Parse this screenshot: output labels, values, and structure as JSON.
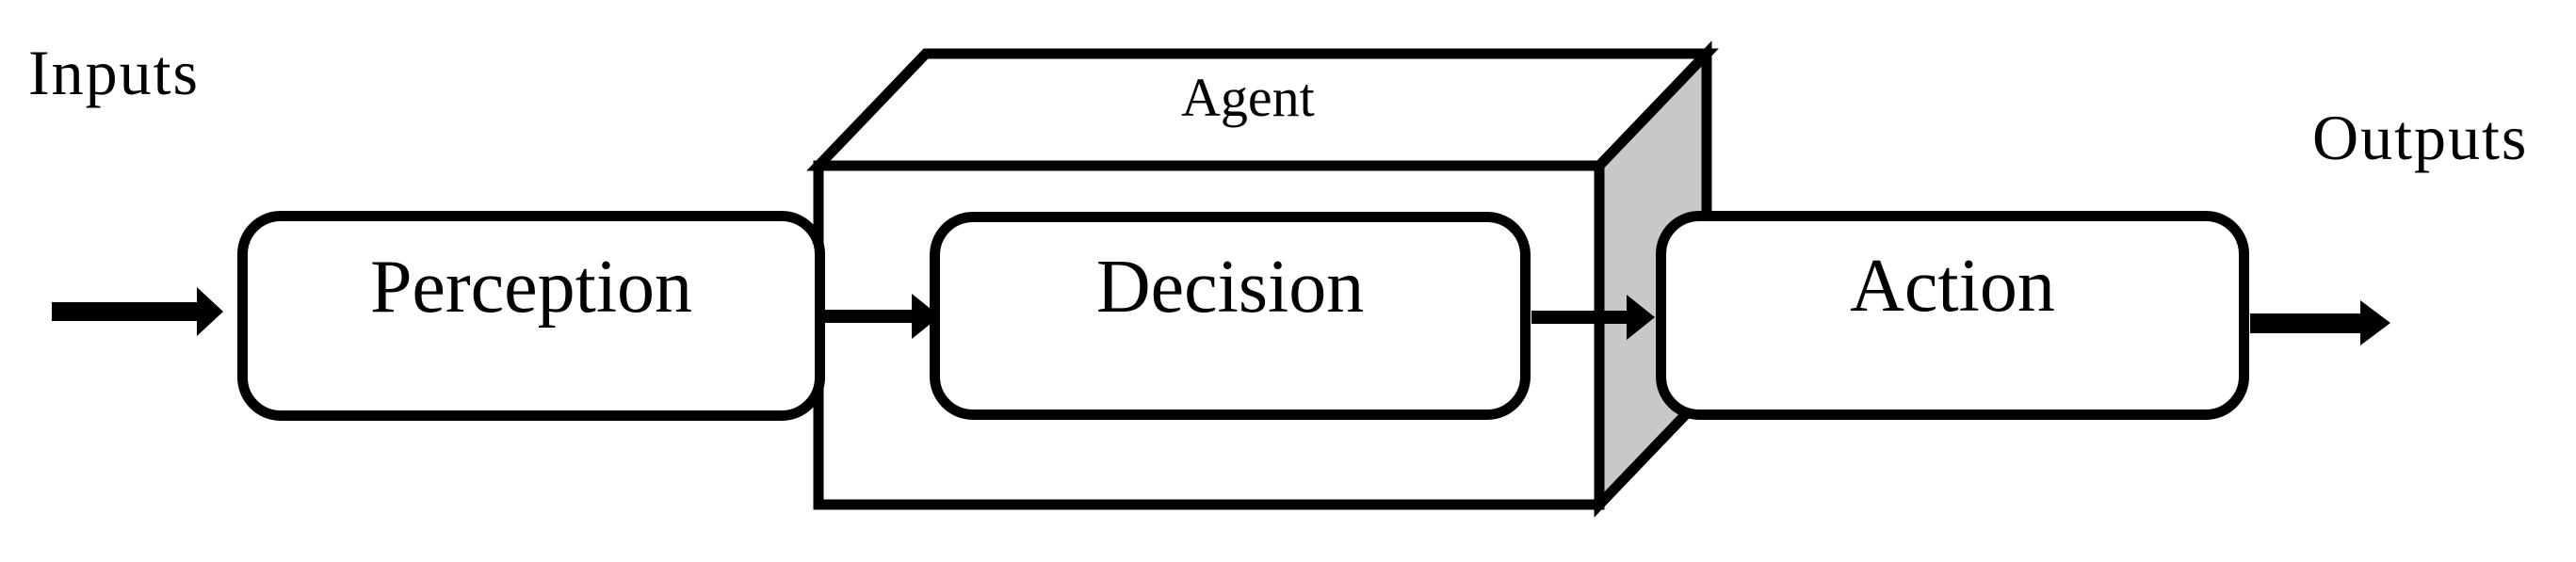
{
  "labels": {
    "inputs": "Inputs",
    "outputs": "Outputs"
  },
  "agent": {
    "label": "Agent"
  },
  "boxes": [
    {
      "id": "perception",
      "label": "Perception"
    },
    {
      "id": "decision",
      "label": "Decision"
    },
    {
      "id": "action",
      "label": "Action"
    }
  ],
  "colors": {
    "line": "#000000",
    "agent_side_fill": "#c8c8c8",
    "box_fill": "#ffffff",
    "background": "#ffffff"
  }
}
